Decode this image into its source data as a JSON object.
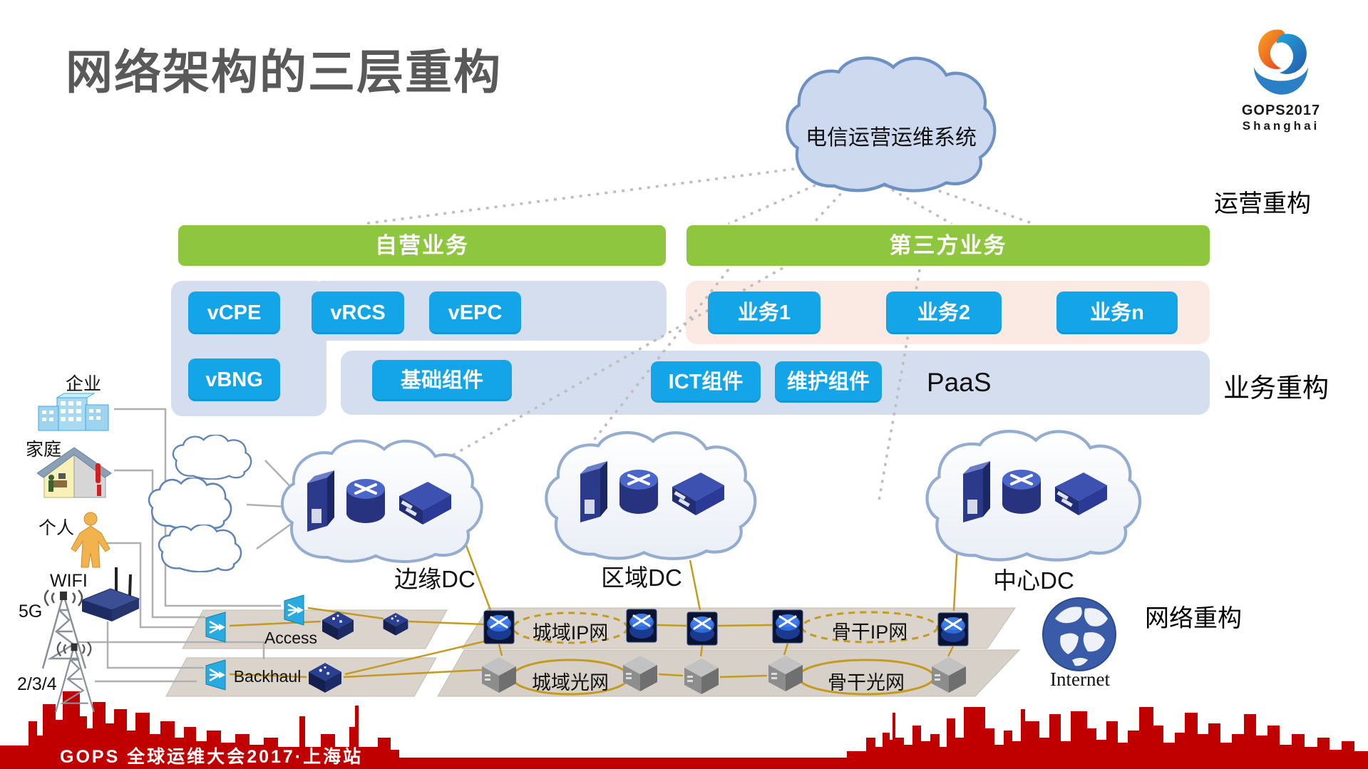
{
  "slide": {
    "title": "网络架构的三层重构"
  },
  "logo": {
    "name": "GOPS2017",
    "city": "Shanghai"
  },
  "oss_cloud": "电信运营运维系统",
  "layer_labels": [
    {
      "label": "运营重构"
    },
    {
      "label": "业务重构"
    },
    {
      "label": "网络重构"
    }
  ],
  "business_bars": {
    "self": "自营业务",
    "third": "第三方业务"
  },
  "vnf_buttons": [
    "vCPE",
    "vRCS",
    "vEPC",
    "vBNG"
  ],
  "service_buttons": [
    "业务1",
    "业务2",
    "业务n"
  ],
  "component_buttons": [
    "基础组件",
    "ICT组件",
    "维护组件"
  ],
  "paas": "PaaS",
  "datacenters": [
    "边缘DC",
    "区域DC",
    "中心DC"
  ],
  "access_labels": {
    "enterprise": "企业",
    "home": "家庭",
    "personal": "个人",
    "wifi": "WIFI",
    "g5": "5G",
    "g234": "2/3/4"
  },
  "network_labels": {
    "access": "Access",
    "backhaul": "Backhaul",
    "metro_ip": "城域IP网",
    "backbone_ip": "骨干IP网",
    "metro_optical": "城域光网",
    "backbone_optical": "骨干光网",
    "internet": "Internet"
  },
  "footer": "GOPS 全球运维大会2017·上海站",
  "colors": {
    "accent_green": "#8ec640",
    "accent_blue": "#14a5e9",
    "panel_blue": "#d4deee",
    "panel_pink": "#faeae3",
    "line_yellow": "#c49a1f",
    "brand_red": "#c00000",
    "title_gray": "#595959"
  }
}
